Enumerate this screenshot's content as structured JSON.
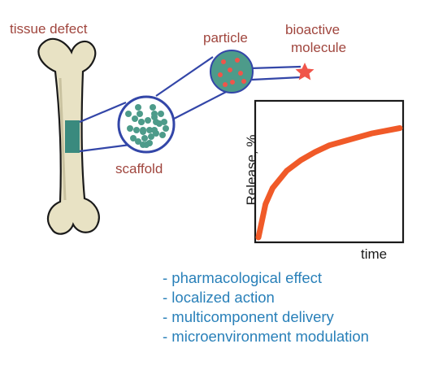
{
  "labels": {
    "tissue_defect": "tissue defect",
    "particle": "particle",
    "bioactive_line1": "bioactive",
    "bioactive_line2": "molecule",
    "scaffold": "scaffold"
  },
  "chart": {
    "ylabel": "Release, %",
    "xlabel": "time"
  },
  "effects": [
    "- pharmacological effect",
    "- localized action",
    "- multicomponent delivery",
    "- microenvironment modulation"
  ],
  "colors": {
    "label_text": "#a0463e",
    "list_text": "#2980b9",
    "connector": "#3346a8",
    "bone_fill": "#e8e2c4",
    "implant": "#3a8a7e",
    "particle_fill": "#4d9b8a",
    "molecule": "#f0554a",
    "release_curve": "#f05a28"
  },
  "chart_data": {
    "type": "line",
    "title": "",
    "xlabel": "time",
    "ylabel": "Release, %",
    "x": [
      0,
      0.05,
      0.1,
      0.2,
      0.3,
      0.4,
      0.5,
      0.6,
      0.7,
      0.8,
      0.9,
      1.0
    ],
    "series": [
      {
        "values": [
          0,
          0.25,
          0.37,
          0.5,
          0.58,
          0.64,
          0.69,
          0.72,
          0.75,
          0.78,
          0.8,
          0.82
        ]
      }
    ],
    "xlim": [
      0,
      1
    ],
    "ylim": [
      0,
      1
    ],
    "grid": false
  }
}
